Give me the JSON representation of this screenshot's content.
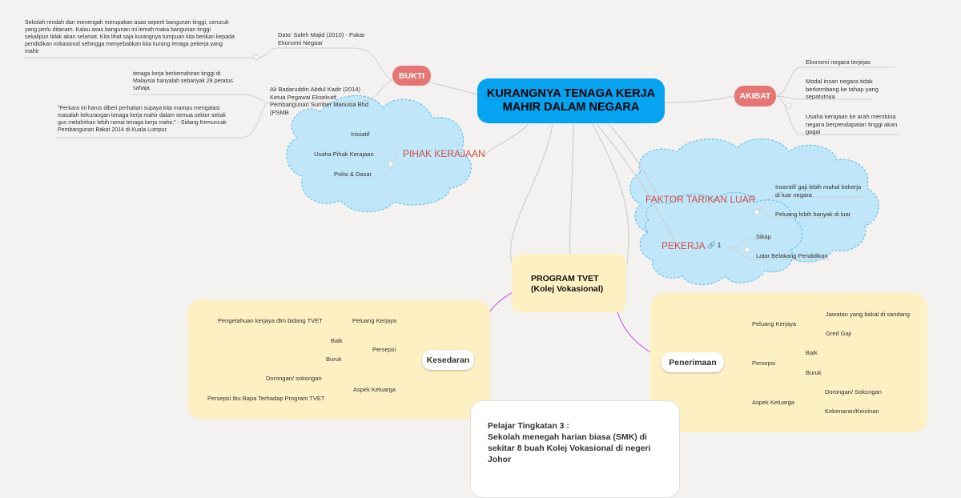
{
  "root": {
    "title": "KURANGNYA TENAGA KERJA\nMAHIR DALAM NEGARA"
  },
  "bukti": {
    "label": "BUKTI",
    "source1": "Dato' Saleh Majid (2010) - Pakar\nEkonomi Negaar",
    "source1_quote": "Sekolah rendah dan menengah merupakan asas seperti bangunan tinggi, cerucuk\nyang perlu ditanam. Kalau asas bangunan ini lemah maka bangunan tinggi\nsekalipun tidak akan selamat. Kita lihat saja kurangnya tumpuan kita berikan kepada\npendidikan vokasional sehingga menyebabkan kita kurang tenaga pekerja yang\nmahir",
    "source2": "Ali Badaruddin Abdul Kadir (2014)\nKetua Pegawai Eksekutif\nPembangunan Sumber Manusia Bhd\n(PSMB",
    "source2_fact": "tenaga kerja berkemahiran tinggi di\nMalaysia hanyalah sebanyak 28 peratus\nsahaja.",
    "source2_quote": "\"Perkara ini harus diberi perhatian supaya kita mampu mengatasi\nmasalah kekurangan tenaga kerja mahir dalam semua sektor sekali\ngus melahirkan lebih ramai tenaga kerja mahir,\" - Sidang Kemuncak\nPembangunan Bakat 2014 di Kuala Lumpur."
  },
  "pihak_kerajaan": {
    "label": "PIHAK KERAJAAN",
    "items": [
      "Inisiatif",
      "Usaha Pihak Kerajaan",
      "Polisi & Dasar"
    ]
  },
  "akibat": {
    "label": "AKIBAT",
    "items": [
      "Ekonomi negara terjejas",
      "Modal insan negara tidak\nberkembang ke tahap yang\nsepatutnya",
      "Usaha kerajaan ke arah membina\nnegara berpendapatan tinggi akan\ngagal"
    ]
  },
  "faktor": {
    "label": "FAKTOR TARIKAN LUAR",
    "items": [
      "Insentif/ gaji lebih mahal bekerja\ndi luar negara",
      "Peluang lebih banyak di luar"
    ]
  },
  "pekerja": {
    "label": "PEKERJA",
    "link_count": "1",
    "items": [
      "Sikap",
      "Latar Belakang Pendidikan"
    ]
  },
  "tvet": {
    "title": "PROGRAM TVET\n(Kolej Vokasional)"
  },
  "kesedaran": {
    "label": "Kesedaran",
    "peluang": "Peluang Kerjaya",
    "peluang_item": "Pengetahuan kerjaya dlm bidang TVET",
    "persepsi": "Persepsi",
    "persepsi_items": [
      "Baik",
      "Buruk"
    ],
    "aspek": "Aspek Keluarga",
    "aspek_items": [
      "Dorongan/ sokongan",
      "Persepsi Ibu Bapa Terhadap Program TVET"
    ]
  },
  "penerimaan": {
    "label": "Penerimaan",
    "peluang": "Peluang Kerjaya",
    "peluang_items": [
      "Jawatan yang bakal di sandang",
      "Gred Gaji"
    ],
    "persepsi": "Persepsi",
    "persepsi_items": [
      "Baik",
      "Buruk"
    ],
    "aspek": "Aspek Keluarga",
    "aspek_items": [
      "Dorongan/ Sokongan",
      "Kebenaran/Keizinan"
    ]
  },
  "pelajar": {
    "text": "Pelajar Tingkatan 3 :\nSekolah menegah harian biasa (SMK) di\nsekitar 8 buah Kolej Vokasional di negeri\nJohor"
  },
  "colors": {
    "root": "#06a4f0",
    "pill": "#e57673",
    "cloud": "#bfe6f9",
    "cloud_border": "#6cc1ec",
    "yellow": "#fdf0c3",
    "arrow": "#c050d8",
    "branch": "#cfcfcf"
  }
}
